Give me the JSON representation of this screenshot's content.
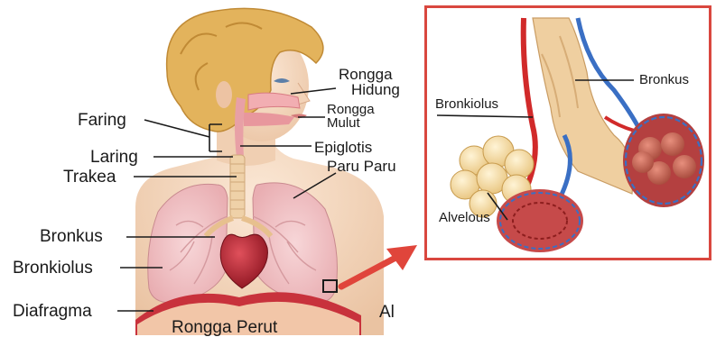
{
  "labels": {
    "faring": "Faring",
    "laring": "Laring",
    "trakea": "Trakea",
    "bronkus_left": "Bronkus",
    "bronkiolus_left": "Bronkiolus",
    "diafragma": "Diafragma",
    "rongga_perut": "Rongga Perut",
    "al_cut": "Al",
    "rongga_hidung_1": "Rongga",
    "rongga_hidung_2": "Hidung",
    "rongga_mulut_1": "Rongga",
    "rongga_mulut_2": "Mulut",
    "epiglotis": "Epiglotis",
    "paru_paru": "Paru Paru",
    "bronkiolus_zoom": "Bronkiolus",
    "bronkus_zoom": "Bronkus",
    "alveolus_zoom": "Alvelous"
  },
  "colors": {
    "frame": "#d9473f",
    "arrow": "#e0453b",
    "skin": "#f6dcc4",
    "hair": "#e3b35c",
    "lung": "#f2c6c8",
    "heart": "#b31d2a",
    "trachea": "#efd1a8",
    "vein": "#3a6fc4",
    "artery": "#d12a2a"
  }
}
